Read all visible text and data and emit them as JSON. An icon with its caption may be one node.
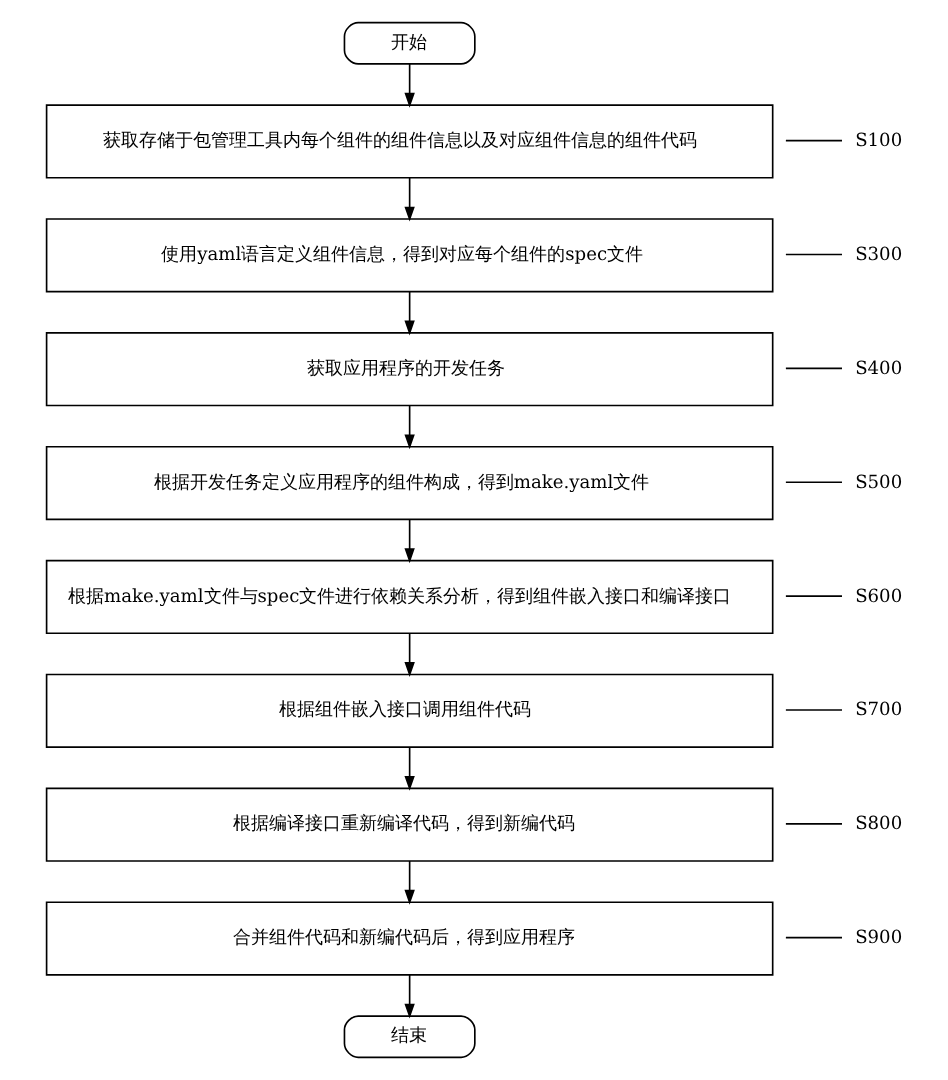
{
  "diagram": {
    "nodes": [
      {
        "text": [
          "开始"
        ]
      },
      {
        "text": [
          "获取存储于包管理工具内每个组件的组件信息以及对应组件信息的组件代码"
        ],
        "beside": [
          "S100"
        ]
      },
      {
        "text": [
          "使用yaml语言定义组件信息，得到对应每个组件的spec文件"
        ],
        "beside": [
          "S300"
        ]
      },
      {
        "text": [
          "获取应用程序的开发任务"
        ],
        "beside": [
          "S400"
        ]
      },
      {
        "text": [
          "根据开发任务定义应用程序的组件构成，得到make.yaml文件"
        ],
        "beside": [
          "S500"
        ]
      },
      {
        "text": [
          "根据make.yaml文件与spec文件进行依赖关系分析，得到组件嵌入接口和编译接口"
        ],
        "beside": [
          "S600"
        ]
      },
      {
        "text": [
          "根据组件嵌入接口调用组件代码"
        ],
        "beside": [
          "S700"
        ]
      },
      {
        "text": [
          "根据编译接口重新编译代码，得到新编代码"
        ],
        "beside": [
          "S800"
        ]
      },
      {
        "text": [
          "合并组件代码和新编代码后，得到应用程序"
        ],
        "beside": [
          "S900"
        ]
      },
      {
        "text": [
          "结束"
        ]
      }
    ],
    "edges": [
      {
        "from": 0,
        "to": 1,
        "arrow": "to"
      },
      {
        "from": 1,
        "to": 2,
        "arrow": "to"
      },
      {
        "from": 2,
        "to": 3,
        "arrow": "to"
      },
      {
        "from": 3,
        "to": 4,
        "arrow": "to"
      },
      {
        "from": 4,
        "to": 5,
        "arrow": "to"
      },
      {
        "from": 5,
        "to": 6,
        "arrow": "to"
      },
      {
        "from": 6,
        "to": 7,
        "arrow": "to"
      },
      {
        "from": 7,
        "to": 8,
        "arrow": "to"
      },
      {
        "from": 8,
        "to": 9,
        "arrow": "to"
      }
    ]
  }
}
